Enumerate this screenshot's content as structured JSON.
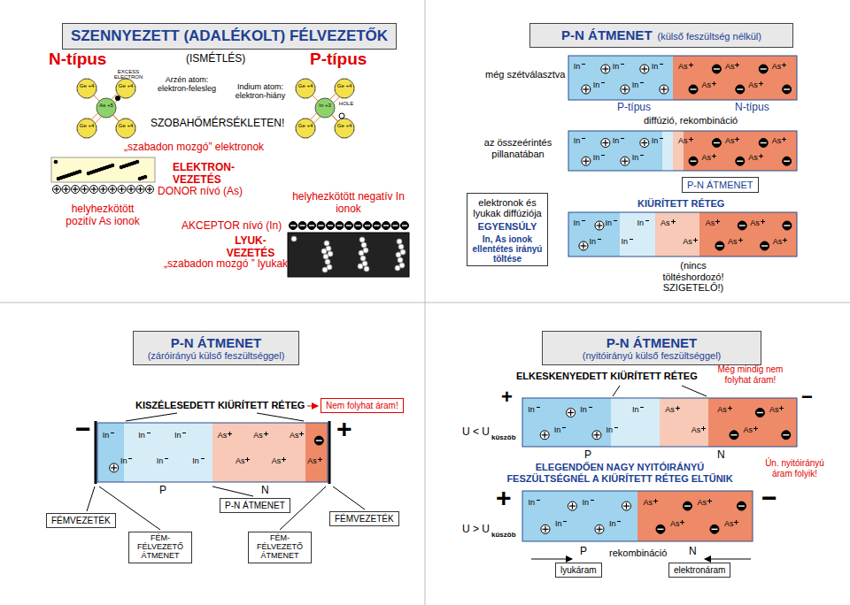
{
  "diagram": {
    "nodes": [
      {
        "text": [
          "SZENNYEZETT (ADALÉKOLT) FÉLVEZETŐK"
        ]
      },
      {
        "text": [
          "P-N ÁTMENET",
          "(külső feszültség nélkül)"
        ]
      },
      {
        "text": [
          "P-N ÁTMENET"
        ]
      },
      {
        "text": [
          "elektronok és lyukak diffúziója",
          "EGYENSÚLY",
          "In, As ionok ellentétes irányú töltése"
        ]
      },
      {
        "text": [
          "P-N ÁTMENET",
          "(záróirányú külső feszültséggel)"
        ]
      },
      {
        "text": [
          "Nem folyhat áram!"
        ]
      },
      {
        "text": [
          "FÉMVEZETÉK"
        ]
      },
      {
        "text": [
          "P-N ÁTMENET"
        ]
      },
      {
        "text": [
          "FÉMVEZETÉK"
        ]
      },
      {
        "text": [
          "FÉM-FÉLVEZETŐ ÁTMENET"
        ]
      },
      {
        "text": [
          "FÉM-FÉLVEZETŐ ÁTMENET"
        ]
      },
      {
        "text": [
          "P-N ÁTMENET",
          "(nyitóirányú külső feszültséggel)"
        ]
      },
      {
        "text": [
          "lyukáram"
        ]
      },
      {
        "text": [
          "elektronáram"
        ]
      }
    ],
    "labels": [
      "N-típus",
      "EXCESS ELECTRON",
      "(ISMÉTLÉS)",
      "P-típus",
      "Arzén atom: elektron-felesleg",
      "Indium atom: elektron-hiány",
      "SZOBAHŐMÉRSÉKLETEN!",
      "HOLE",
      "Ge +4",
      "Ge +4",
      "Ge +4",
      "Ge +4",
      "As +5",
      "Ge +4",
      "Ge +4",
      "Ge +4",
      "Ge +4",
      "In +3",
      "„szabadon mozgó” elektronok",
      "ELEKTRON-VEZETÉS",
      "DONOR nívó (As)",
      "helyhezkötött pozitív As ionok",
      "helyhezkötött negatív In ionok",
      "AKCEPTOR nívó (In)",
      "LYUK-VEZETÉS",
      "„szabadon mozgó ” lyukak",
      "még szétválasztva",
      "P-típus",
      "diffúzió, rekombináció",
      "N-típus",
      "az összeérintés pillanatában",
      "KIÜRÍTETT RÉTEG",
      "(nincs töltéshordozó! SZIGETELŐ!)",
      "KISZÉLESEDETT KIÜRÍTETT RÉTEG",
      "−",
      "+",
      "P",
      "N",
      "ELKESKENYEDETT KIÜRÍTETT RÉTEG",
      "Még mindig nem folyhat áram!",
      "+",
      "−",
      "U < U",
      "küszöb",
      "P",
      "N",
      "ELEGENDŐEN NAGY NYITÓIRÁNYÚ FESZÜLTSÉGNÉL A KIÜRÍTETT RÉTEG ELTŰNIK",
      "Ún. nyitóirányú áram folyik!",
      "+",
      "−",
      "U > U",
      "küszöb",
      "P",
      "rekombináció",
      "N",
      "In",
      "In",
      "In",
      "In",
      "In",
      "As",
      "As",
      "As",
      "As",
      "As",
      "In",
      "In",
      "In",
      "In",
      "In",
      "As",
      "As",
      "As",
      "As",
      "As",
      "In",
      "In",
      "In",
      "In",
      "In",
      "As",
      "As",
      "As",
      "As",
      "As",
      "As",
      "In",
      "In",
      "In",
      "In",
      "In",
      "In",
      "As",
      "As",
      "As",
      "As",
      "As",
      "As",
      "In",
      "In",
      "In",
      "In",
      "In",
      "As",
      "As",
      "As",
      "As",
      "As",
      "In",
      "In",
      "In",
      "In",
      "As",
      "As",
      "As",
      "As"
    ]
  }
}
